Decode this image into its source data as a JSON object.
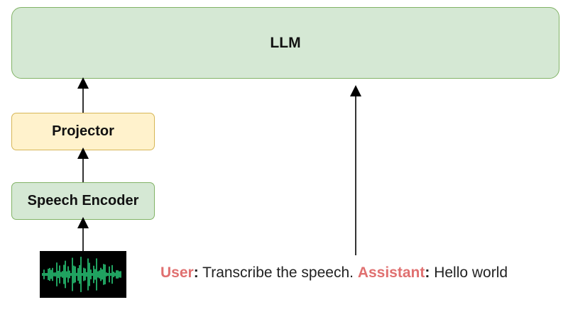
{
  "blocks": {
    "llm": "LLM",
    "projector": "Projector",
    "speech_encoder": "Speech Encoder"
  },
  "prompt": {
    "user_label": "User",
    "user_text": " Transcribe the speech. ",
    "assistant_label": "Assistant",
    "assistant_text": " Hello world"
  },
  "icons": {
    "waveform": "speech-waveform-icon"
  },
  "colors": {
    "green_fill": "#d5e8d4",
    "green_border": "#82b366",
    "yellow_fill": "#fff2cc",
    "yellow_border": "#d6b656",
    "role_label": "#e07070",
    "waveform": "#2ee88a"
  }
}
